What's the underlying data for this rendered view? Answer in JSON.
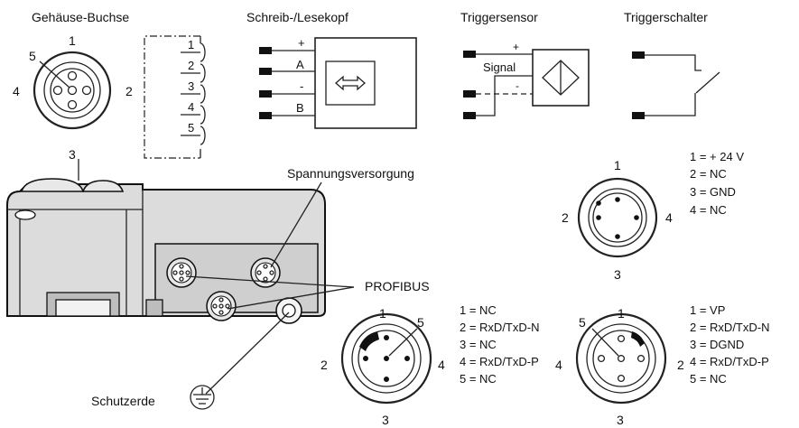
{
  "headers": {
    "gehaeuse_buchse": "Gehäuse-Buchse",
    "schreib_lesekopf": "Schreib-/Lesekopf",
    "triggersensor": "Triggersensor",
    "triggerschalter": "Triggerschalter"
  },
  "socket_top": {
    "n1": "1",
    "n2": "2",
    "n3": "3",
    "n4": "4",
    "n5": "5"
  },
  "terminal_block": [
    "1",
    "2",
    "3",
    "4",
    "5"
  ],
  "head_wires": [
    "+",
    "A",
    "-",
    "B"
  ],
  "sensor_wires": {
    "plus": "+",
    "signal": "Signal",
    "minus": "-"
  },
  "labels": {
    "spannungsversorgung": "Spannungsversorgung",
    "profibus": "PROFIBUS",
    "schutzerde": "Schutzerde"
  },
  "power_connector": {
    "n1": "1",
    "n2": "2",
    "n3": "3",
    "n4": "4",
    "pins": [
      "1  =  + 24 V",
      "2  =  NC",
      "3  =  GND",
      "4  =  NC"
    ]
  },
  "profibus_left": {
    "n1": "1",
    "n2": "2",
    "n3": "3",
    "n4": "4",
    "n5": "5",
    "pins": [
      "1  =  NC",
      "2  =  RxD/TxD-N",
      "3  =  NC",
      "4  =  RxD/TxD-P",
      "5 =   NC"
    ]
  },
  "profibus_right": {
    "n1": "1",
    "n2": "2",
    "n3": "3",
    "n4": "4",
    "n5": "5",
    "pins": [
      "1  =  VP",
      "2  =  RxD/TxD-N",
      "3  =  DGND",
      "4  =  RxD/TxD-P",
      "5 =   NC"
    ]
  }
}
